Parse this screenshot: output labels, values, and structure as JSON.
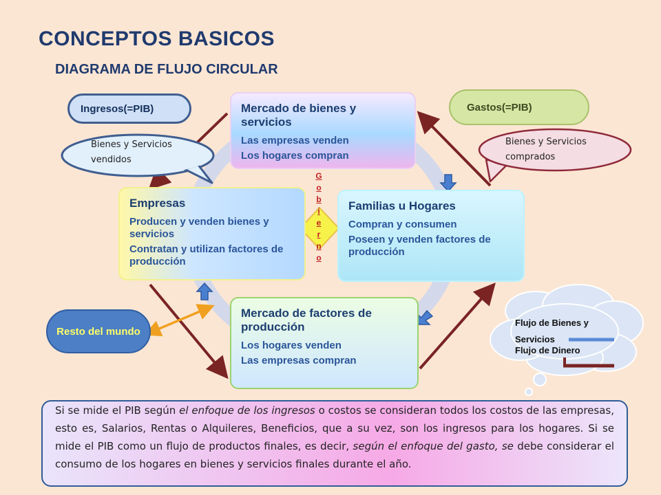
{
  "header": {
    "title": "CONCEPTOS BASICOS",
    "subtitle": "DIAGRAMA DE FLUJO CIRCULAR"
  },
  "boxes": {
    "mercado_bienes": {
      "title": "Mercado de bienes y servicios",
      "line1": "Las empresas venden",
      "line2": "Los hogares compran"
    },
    "empresas": {
      "title": "Empresas",
      "line1": "Producen y venden bienes y  servicios",
      "line2": "Contratan y utilizan factores de producción"
    },
    "familias": {
      "title": "Familias u Hogares",
      "line1": "Compran y consumen",
      "line2": "Poseen y venden factores de producción"
    },
    "mercado_factores": {
      "title": "Mercado de factores de producción",
      "line1": "Los hogares venden",
      "line2": "Las empresas compran"
    }
  },
  "labels": {
    "ingresos": "Ingresos(=PIB)",
    "gastos": "Gastos(=PIB)",
    "bienes_vendidos": "Bienes y Servicios vendidos",
    "bienes_comprados": "Bienes y Servicios comprados",
    "resto_mundo": "Resto del mundo",
    "gobierno_letters": [
      "G",
      "o",
      "b",
      "i",
      "e",
      "r",
      "n",
      "o"
    ]
  },
  "legend": {
    "flujo_bienes": "Flujo de Bienes y Servicios",
    "flujo_dinero": "Flujo de Dinero"
  },
  "colors": {
    "title": "#1f3a6e",
    "flujo_bienes": "#5b8bd6",
    "flujo_dinero": "#7a2424",
    "gobierno": "#c02020",
    "resto_arrow": "#f0a020"
  },
  "note": {
    "p1": "Si se mide el PIB según ",
    "p2": "el enfoque  de los ingresos",
    "p3": "  o costos se consideran todos los costos de las empresas, esto es, Salarios, Rentas o Alquileres, Beneficios,  que a su vez, son los ingresos para los hogares. Si se mide el PIB como un flujo de productos finales, es decir, ",
    "p4": "según el enfoque del gasto,  se",
    "p5": " debe considerar  el consumo de los  hogares en bienes  y servicios finales  durante  el año."
  }
}
